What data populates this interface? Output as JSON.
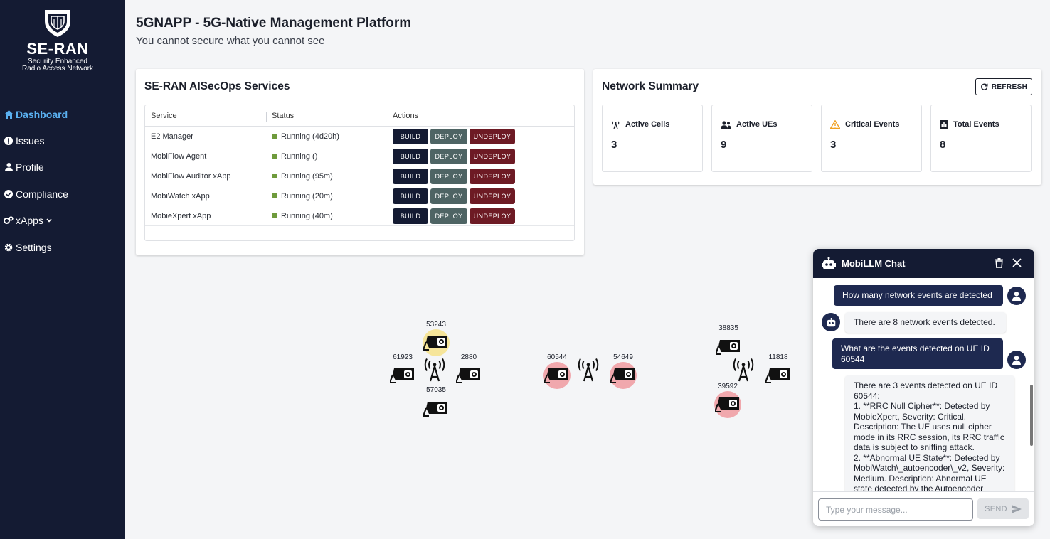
{
  "brand": {
    "name": "SE-RAN",
    "tagline_line1": "Security Enhanced",
    "tagline_line2": "Radio Access Network"
  },
  "sidebar": {
    "items": [
      {
        "label": "Dashboard",
        "icon": "home-icon",
        "active": true
      },
      {
        "label": "Issues",
        "icon": "alert-icon"
      },
      {
        "label": "Profile",
        "icon": "user-icon"
      },
      {
        "label": "Compliance",
        "icon": "check-circle-icon"
      },
      {
        "label": "xApps",
        "icon": "cogs-icon",
        "has_dropdown": true
      },
      {
        "label": "Settings",
        "icon": "gear-icon"
      }
    ]
  },
  "header": {
    "title": "5GNAPP - 5G-Native Management Platform",
    "subtitle": "You cannot secure what you cannot see"
  },
  "services": {
    "title": "SE-RAN AISecOps Services",
    "columns": [
      "Service",
      "Status",
      "Actions"
    ],
    "build_label": "BUILD",
    "deploy_label": "DEPLOY",
    "undeploy_label": "UNDEPLOY",
    "status_color": "#6f9b3c",
    "rows": [
      {
        "service": "E2 Manager",
        "status": "Running (4d20h)"
      },
      {
        "service": "MobiFlow Agent",
        "status": "Running ()"
      },
      {
        "service": "MobiFlow Auditor xApp",
        "status": "Running (95m)"
      },
      {
        "service": "MobiWatch xApp",
        "status": "Running (20m)"
      },
      {
        "service": "MobieXpert xApp",
        "status": "Running (40m)"
      }
    ]
  },
  "summary": {
    "title": "Network Summary",
    "refresh_label": "REFRESH",
    "stats": [
      {
        "label": "Active Cells",
        "value": "3",
        "icon": "antenna-icon"
      },
      {
        "label": "Active UEs",
        "value": "9",
        "icon": "users-icon"
      },
      {
        "label": "Critical Events",
        "value": "3",
        "icon": "warning-icon"
      },
      {
        "label": "Total Events",
        "value": "8",
        "icon": "bar-chart-icon"
      }
    ]
  },
  "topology": {
    "ues": [
      {
        "id": "53243",
        "severity": "warning"
      },
      {
        "id": "61923",
        "severity": "none"
      },
      {
        "id": "2880",
        "severity": "none"
      },
      {
        "id": "57035",
        "severity": "none"
      },
      {
        "id": "60544",
        "severity": "critical"
      },
      {
        "id": "54649",
        "severity": "critical"
      },
      {
        "id": "38835",
        "severity": "none"
      },
      {
        "id": "11818",
        "severity": "none"
      },
      {
        "id": "39592",
        "severity": "critical"
      }
    ],
    "severity_colors": {
      "warning": "#f6e59a",
      "critical": "#f0a8ad"
    }
  },
  "chat": {
    "title": "MobiLLM Chat",
    "messages": [
      {
        "role": "user",
        "text": "How many network events are detected"
      },
      {
        "role": "bot",
        "text": "There are 8 network events detected."
      },
      {
        "role": "user",
        "text": "What are the events detected on UE ID 60544"
      },
      {
        "role": "bot",
        "text": "There are 3 events detected on UE ID 60544:\n1. **RRC Null Cipher**: Detected by MobieXpert, Severity: Critical. Description: The UE uses null cipher mode in its RRC session, its RRC traffic data is subject to sniffing attack.\n2. **Abnormal UE State**: Detected by MobiWatch\\_autoencoder\\_v2, Severity: Medium. Description: Abnormal UE state detected by the Autoencoder"
      }
    ],
    "input_placeholder": "Type your message...",
    "send_label": "SEND"
  }
}
